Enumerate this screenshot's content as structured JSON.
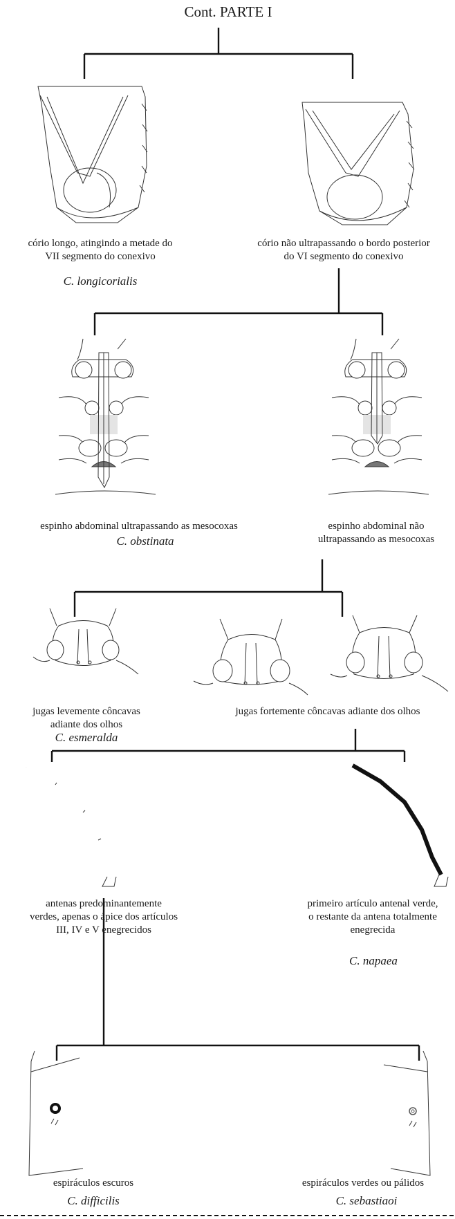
{
  "title": "Cont. PARTE I",
  "couplets": [
    {
      "left": {
        "lines": [
          "cório longo,  atingindo a metade do",
          "VII segmento do conexivo"
        ],
        "species": "C. longicorialis"
      },
      "right": {
        "lines": [
          "cório não ultrapassando o bordo posterior",
          "do VI segmento do conexivo"
        ]
      }
    },
    {
      "left": {
        "lines": [
          "espinho abdominal ultrapassando as mesocoxas"
        ],
        "species": "C. obstinata"
      },
      "right": {
        "lines": [
          "espinho abdominal não",
          "ultrapassando as mesocoxas"
        ]
      }
    },
    {
      "left": {
        "lines": [
          "jugas levemente côncavas",
          "adiante dos olhos"
        ],
        "species": "C. esmeralda"
      },
      "right": {
        "lines": [
          "jugas fortemente côncavas adiante dos olhos"
        ]
      }
    },
    {
      "left": {
        "lines": [
          "antenas predominantemente",
          "verdes, apenas o ápice dos artículos",
          "III, IV e V enegrecidos"
        ]
      },
      "right": {
        "lines": [
          "primeiro artículo antenal verde,",
          "o restante da antena totalmente",
          "enegrecida"
        ],
        "species": "C. napaea"
      }
    },
    {
      "left": {
        "lines": [
          "espiráculos escuros"
        ],
        "species": "C. difficilis"
      },
      "right": {
        "lines": [
          "espiráculos verdes ou pálidos"
        ],
        "species": "C. sebastiaoi"
      }
    }
  ],
  "figures": {
    "hemelytra": [
      "hemelytra-long-corium",
      "hemelytra-short-corium"
    ],
    "sternum": [
      "sternum-long-spine",
      "sternum-short-spine"
    ],
    "head": [
      "head-slightly-concave",
      "head-strongly-concave-a",
      "head-strongly-concave-b"
    ],
    "antenna": [
      "antenna-pale",
      "antenna-dark"
    ],
    "connexivum": [
      "connexivum-dark-spiracle",
      "connexivum-pale-spiracle"
    ]
  }
}
